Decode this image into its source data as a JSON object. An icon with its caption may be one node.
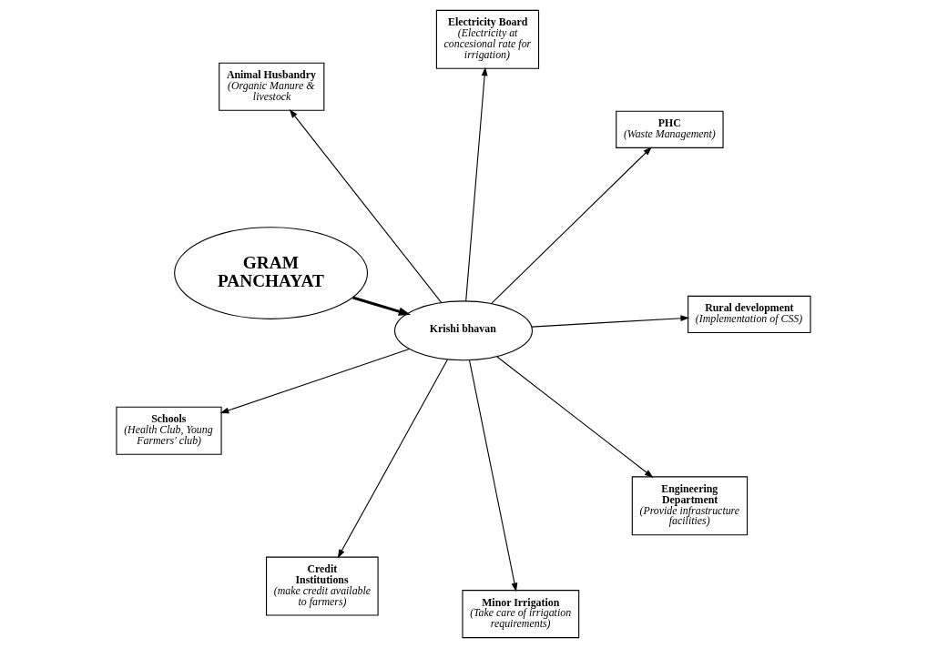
{
  "diagram": {
    "nodes": [
      {
        "text": [
          "GRAM PANCHAYAT"
        ]
      },
      {
        "text": [
          "Krishi bhavan"
        ]
      },
      {
        "text": [
          "Minor Irrigation",
          "(Take care of irrigation requirements)"
        ]
      },
      {
        "text": [
          "Electricity Board",
          "(Electricity at concesional rate for irrigation)"
        ]
      },
      {
        "text": [
          "PHC",
          "(Waste Management)"
        ]
      },
      {
        "text": [
          "Animal Husbandry",
          "(Organic Manure & livestock"
        ]
      },
      {
        "text": [
          "Schools",
          "(Health Club, Young Farmers' club)"
        ]
      },
      {
        "text": [
          "Rural development",
          "(Implementation of CSS)"
        ]
      },
      {
        "text": [
          "Credit Institutions",
          "(make credit available to farmers)"
        ]
      },
      {
        "text": [
          "Engineering Department",
          "(Provide infrastructure facilities)"
        ]
      }
    ],
    "edges": [
      {
        "from": 0,
        "to": 1,
        "arrow": "to",
        "style": "thick"
      },
      {
        "from": 1,
        "to": 2,
        "arrow": "to"
      },
      {
        "from": 1,
        "to": 3,
        "arrow": "to"
      },
      {
        "from": 1,
        "to": 4,
        "arrow": "to"
      },
      {
        "from": 1,
        "to": 5,
        "arrow": "to"
      },
      {
        "from": 1,
        "to": 6,
        "arrow": "to"
      },
      {
        "from": 1,
        "to": 7,
        "arrow": "to"
      },
      {
        "from": 1,
        "to": 8,
        "arrow": "to"
      },
      {
        "from": 1,
        "to": 9,
        "arrow": "to"
      }
    ]
  }
}
